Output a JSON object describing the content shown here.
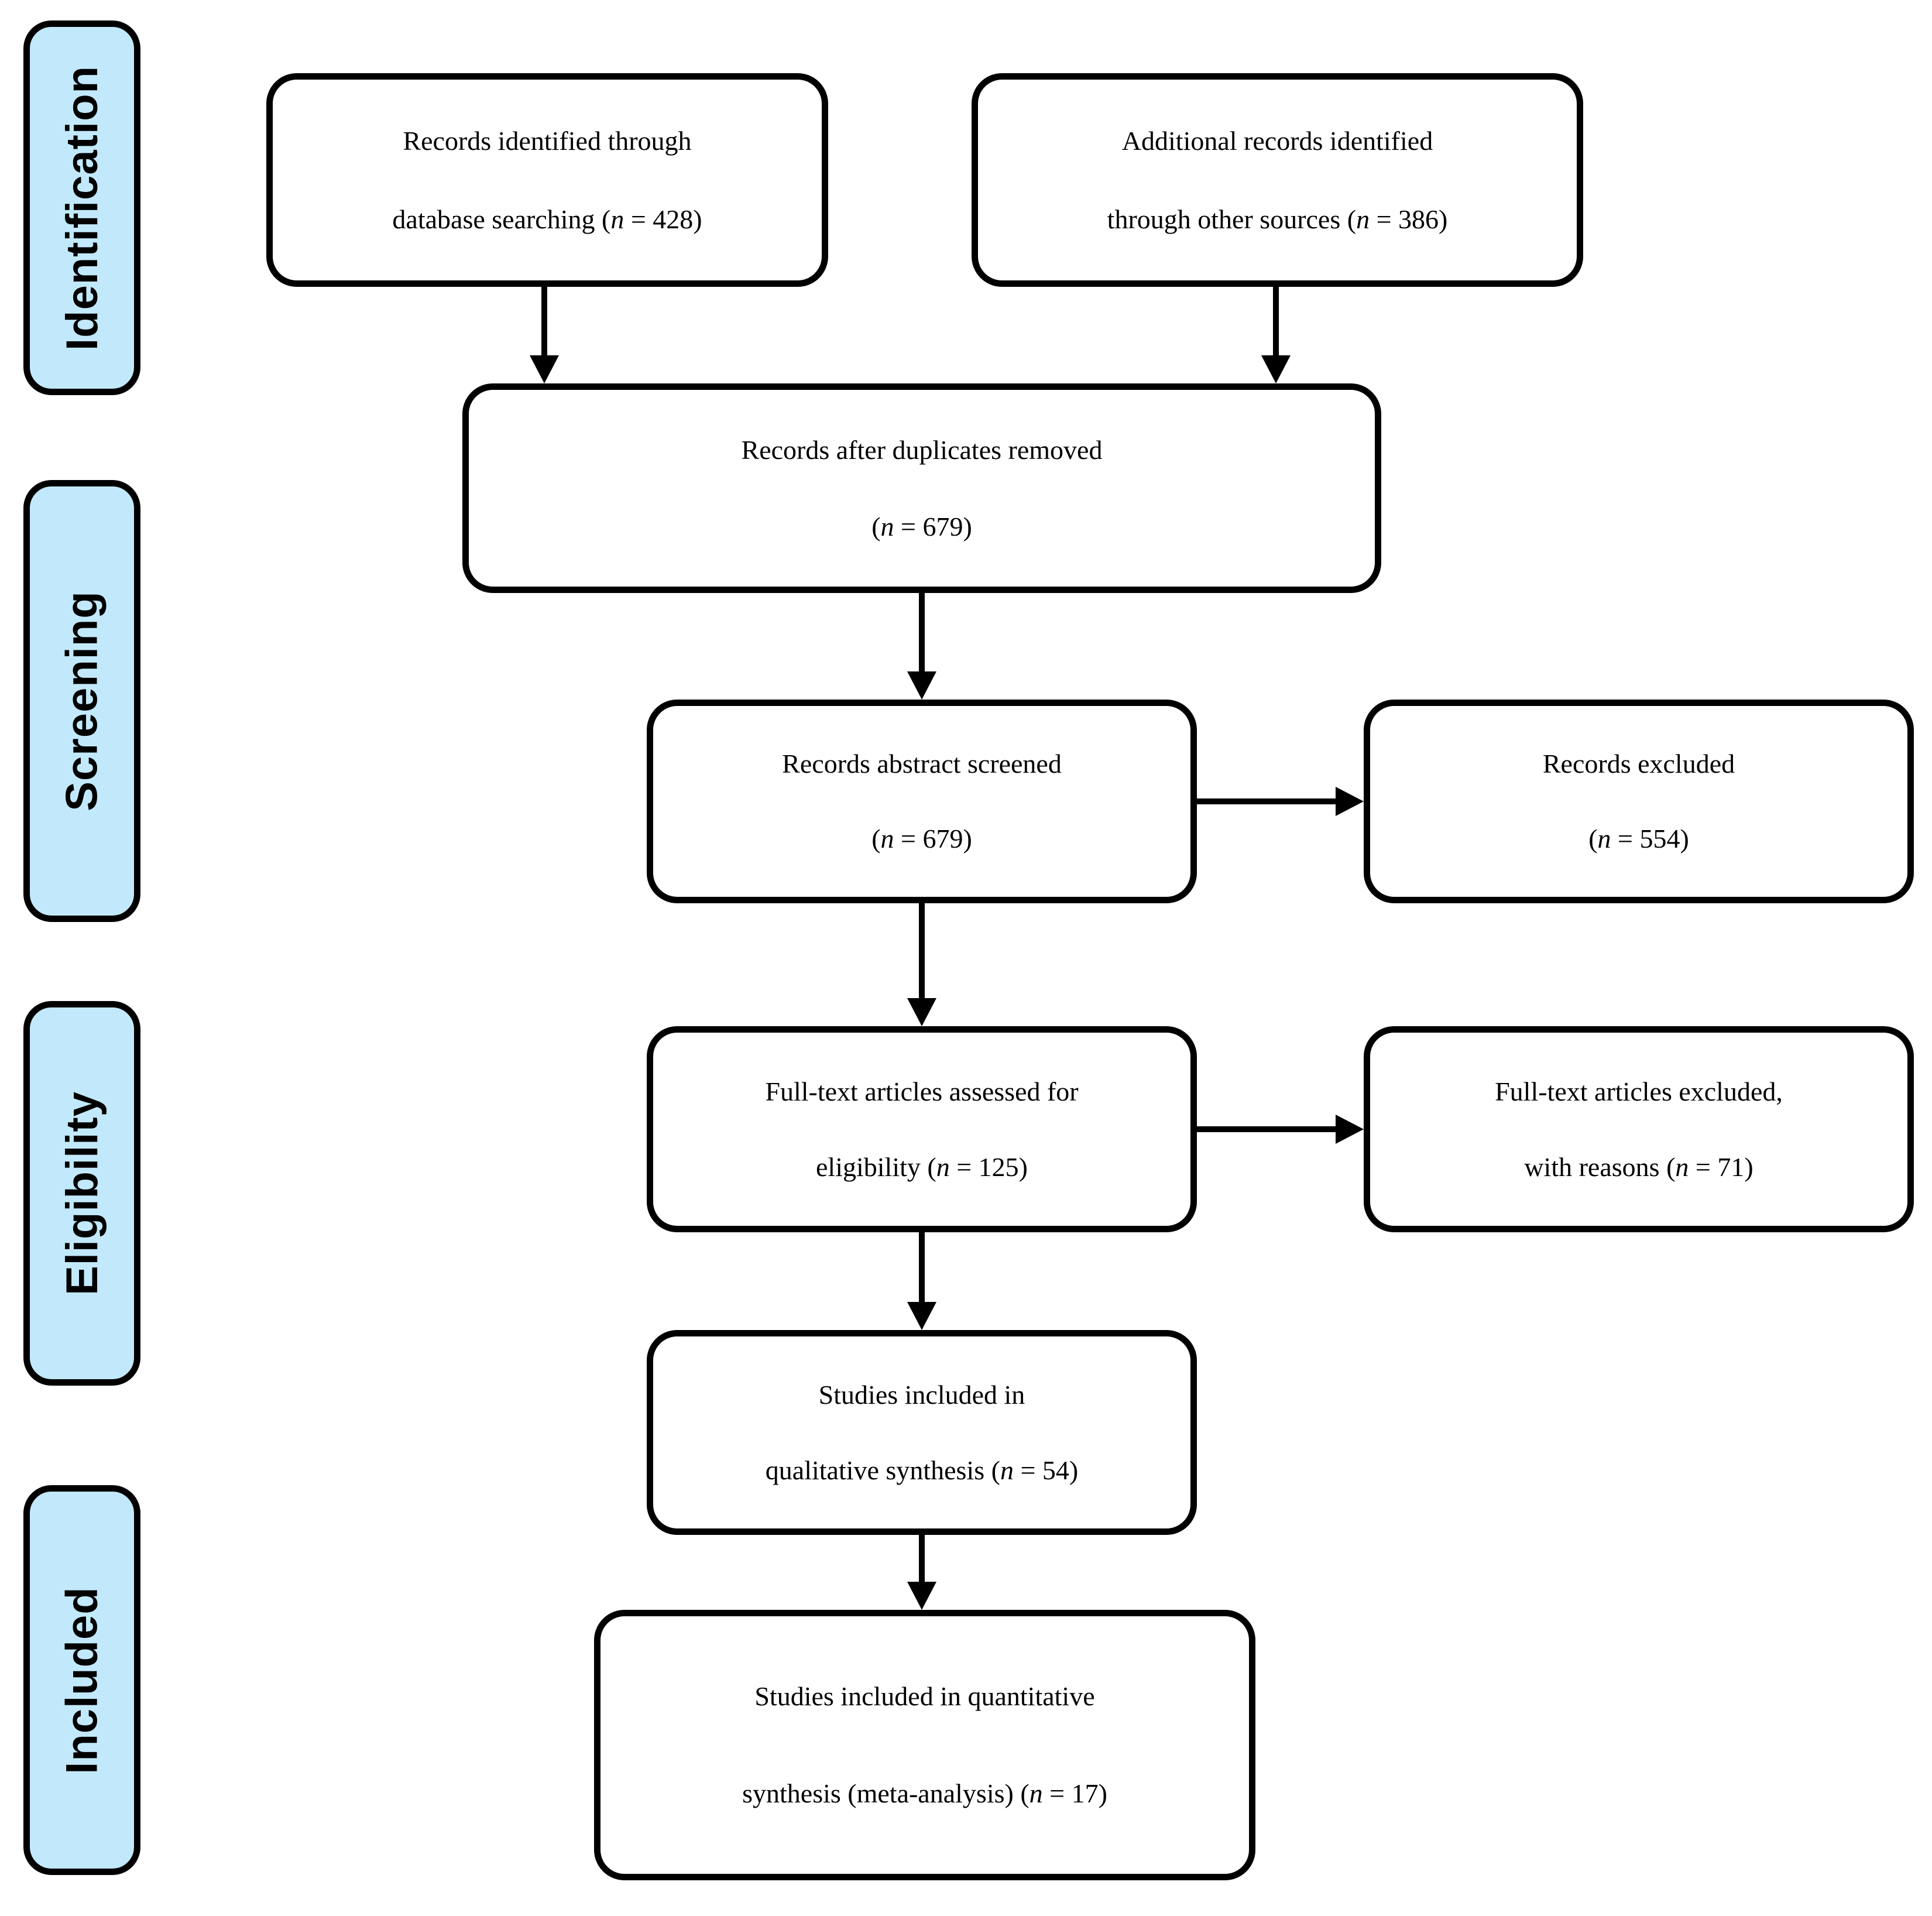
{
  "stages": [
    {
      "label": "Identification"
    },
    {
      "label": "Screening"
    },
    {
      "label": "Eligibility"
    },
    {
      "label": "Included"
    }
  ],
  "boxes": [
    {
      "lines": [
        "Records identified through",
        "database searching (n = 428)"
      ]
    },
    {
      "lines": [
        "Additional records identified",
        "through other sources (n = 386)"
      ]
    },
    {
      "lines": [
        "Records after duplicates removed",
        "(n = 679)"
      ]
    },
    {
      "lines": [
        "Records abstract screened",
        "(n = 679)"
      ]
    },
    {
      "lines": [
        "Records excluded",
        "(n = 554)"
      ]
    },
    {
      "lines": [
        "Full-text articles assessed for",
        "eligibility (n = 125)"
      ]
    },
    {
      "lines": [
        "Full-text articles excluded,",
        "with reasons (n = 71)"
      ]
    },
    {
      "lines": [
        "Studies included in",
        "qualitative synthesis (n = 54)"
      ]
    },
    {
      "lines": [
        "Studies included in quantitative",
        "synthesis (meta-analysis) (n = 17)"
      ]
    }
  ],
  "colors": {
    "stage_fill": "#c2e9fb",
    "box_fill": "#ffffff",
    "line": "#000000"
  }
}
